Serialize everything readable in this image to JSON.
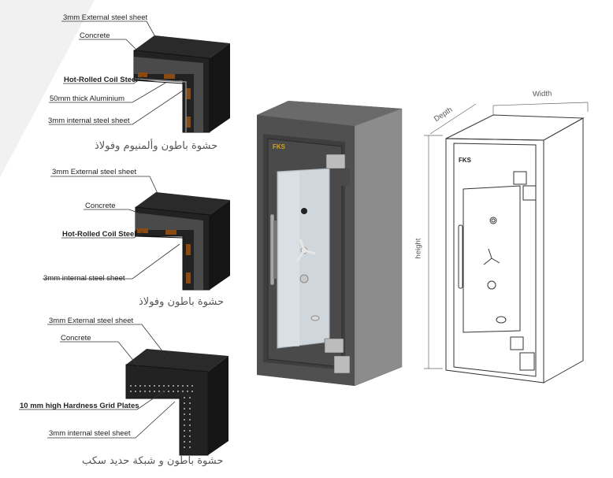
{
  "sections": [
    {
      "labels": [
        "3mm External steel sheet",
        "Concrete",
        "Hot-Rolled Coil Steel",
        "50mm thick Aluminium",
        "3mm internal steel sheet"
      ],
      "caption": "حشوة باطون وألمنيوم وفولاذ"
    },
    {
      "labels": [
        "3mm External steel sheet",
        "Concrete",
        "Hot-Rolled Coil Steel",
        "3mm internal steel sheet"
      ],
      "caption": "حشوة باطون وفولاذ"
    },
    {
      "labels": [
        "3mm External steel sheet",
        "Concrete",
        "10 mm high Hardness Grid Plates",
        "3mm internal steel sheet"
      ],
      "caption": "حشوة باطون و شبكة حديد سكب"
    }
  ],
  "safe": {
    "brand": "FKS"
  },
  "drawing": {
    "brand": "FKS",
    "dimensions": {
      "width": "Width",
      "depth": "Depth",
      "height": "height"
    }
  },
  "colors": {
    "panel_black": "#1f1f1f",
    "concrete": "#4a4a4a",
    "coil_steel": "#8a4a12",
    "aluminium_line": "#6b6b6b",
    "safe_body": "#5a5a5a",
    "safe_door": "#cfd6dc"
  }
}
